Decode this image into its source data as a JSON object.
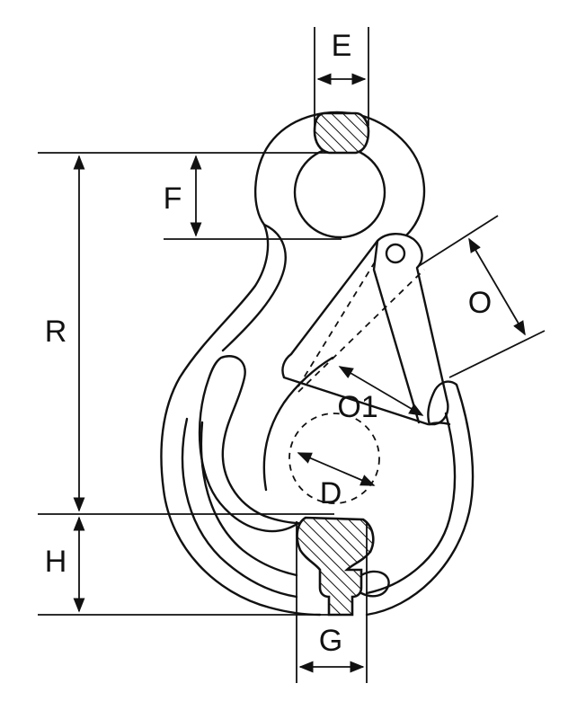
{
  "labels": {
    "E": "E",
    "F": "F",
    "R": "R",
    "H": "H",
    "G": "G",
    "O": "O",
    "O1": "O1",
    "D": "D"
  }
}
